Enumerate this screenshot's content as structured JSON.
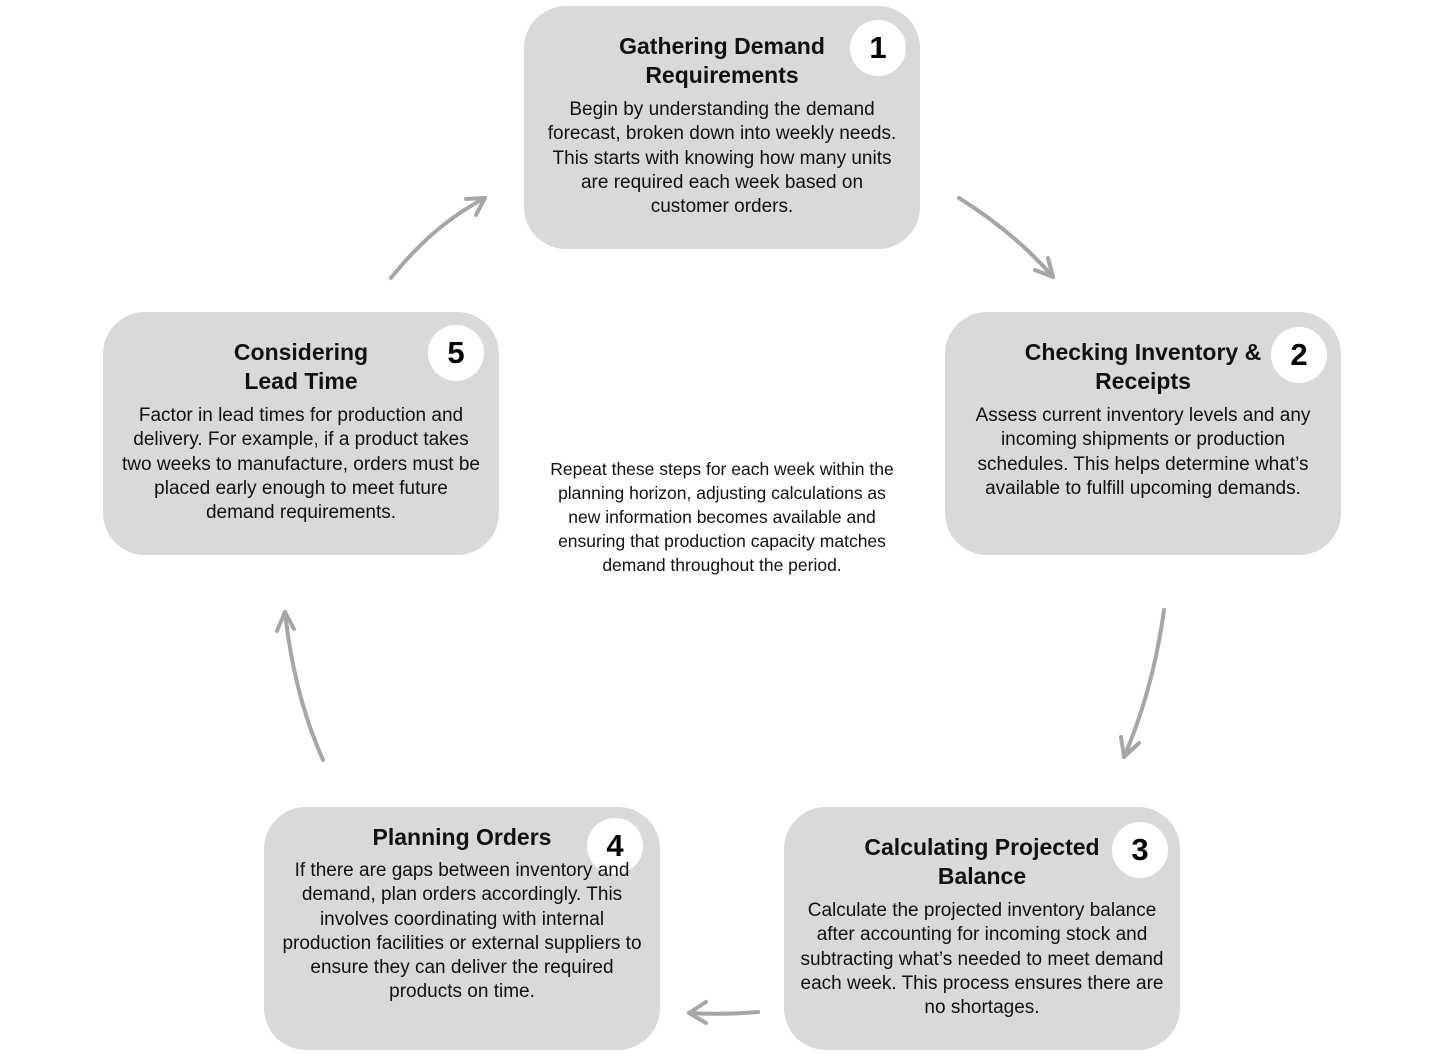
{
  "steps": [
    {
      "number": "1",
      "title": "Gathering Demand\nRequirements",
      "description": "Begin by understanding the demand forecast, broken down into weekly needs. This starts with knowing how many units are required each week based on customer orders."
    },
    {
      "number": "2",
      "title": "Checking Inventory &\nReceipts",
      "description": "Assess current inventory levels and any incoming shipments or production schedules. This helps determine what’s available to fulfill upcoming demands."
    },
    {
      "number": "3",
      "title": "Calculating Projected\nBalance",
      "description": "Calculate the projected inventory balance after accounting for incoming stock and subtracting what’s needed to meet demand each week. This process ensures there are no shortages."
    },
    {
      "number": "4",
      "title": "Planning Orders",
      "description": "If there are gaps between inventory and demand, plan orders accordingly. This involves coordinating with internal production facilities or external suppliers to ensure they can deliver the required products on time."
    },
    {
      "number": "5",
      "title": "Considering\nLead Time",
      "description": "Factor in lead times for production and delivery. For example, if a product takes two weeks to manufacture, orders must be placed early enough to meet future demand requirements."
    }
  ],
  "center_note": "Repeat these steps for each week within the planning horizon, adjusting calculations as new information becomes available and ensuring that production capacity matches demand throughout the period.",
  "colors": {
    "box_fill": "#d9d9d9",
    "badge_fill": "#ffffff",
    "arrow": "#a6a6a6",
    "text": "#111111"
  },
  "icons": {
    "arrow": "curved-arrow-icon"
  }
}
